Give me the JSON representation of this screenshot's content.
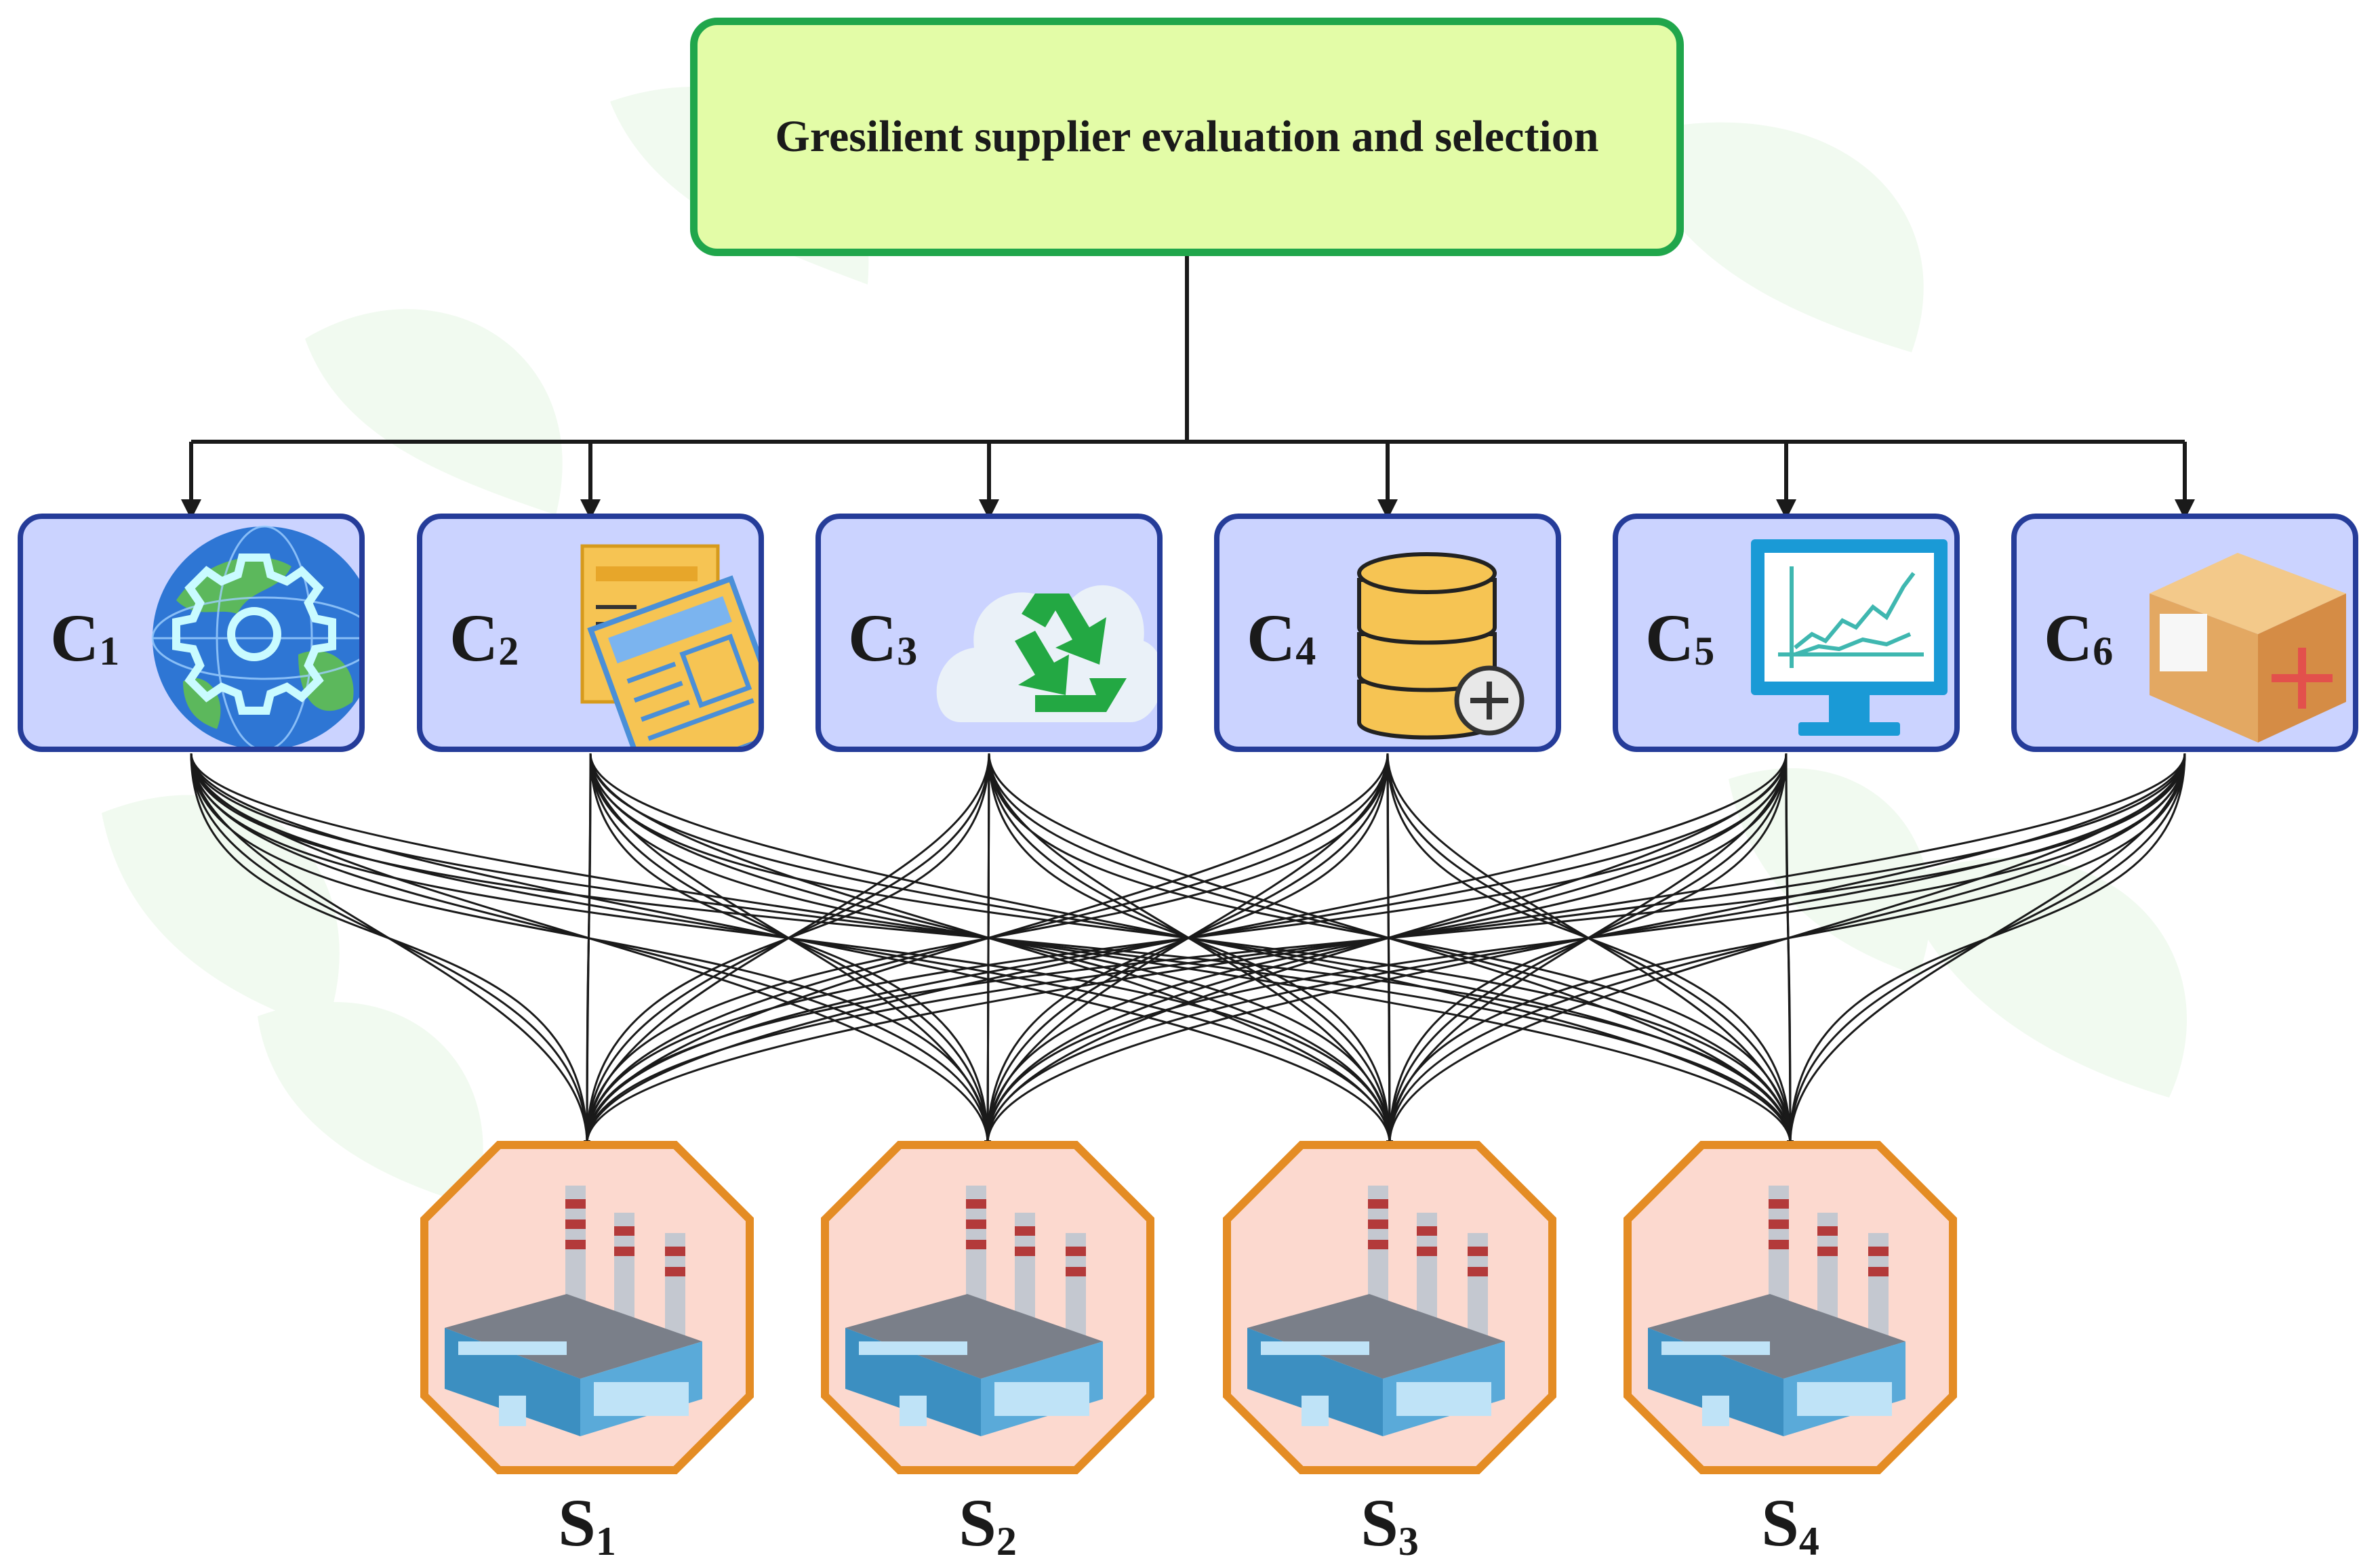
{
  "goal": {
    "title": "Gresilient supplier evaluation and selection"
  },
  "criteria": [
    {
      "letter": "C",
      "index": "1",
      "icon": "globe-gear-icon"
    },
    {
      "letter": "C",
      "index": "2",
      "icon": "newspaper-icon"
    },
    {
      "letter": "C",
      "index": "3",
      "icon": "recycle-cloud-icon"
    },
    {
      "letter": "C",
      "index": "4",
      "icon": "database-add-icon"
    },
    {
      "letter": "C",
      "index": "5",
      "icon": "monitor-chart-icon"
    },
    {
      "letter": "C",
      "index": "6",
      "icon": "package-box-icon"
    }
  ],
  "suppliers": [
    {
      "letter": "S",
      "index": "1",
      "icon": "factory-icon"
    },
    {
      "letter": "S",
      "index": "2",
      "icon": "factory-icon"
    },
    {
      "letter": "S",
      "index": "3",
      "icon": "factory-icon"
    },
    {
      "letter": "S",
      "index": "4",
      "icon": "factory-icon"
    }
  ],
  "colors": {
    "goal_fill": "#e3fca7",
    "goal_border": "#20a64b",
    "criterion_fill": "#cbd3ff",
    "criterion_border": "#253c99",
    "supplier_fill": "#fcd9cf",
    "supplier_border": "#e48c24",
    "connector": "#1a1a1a"
  }
}
